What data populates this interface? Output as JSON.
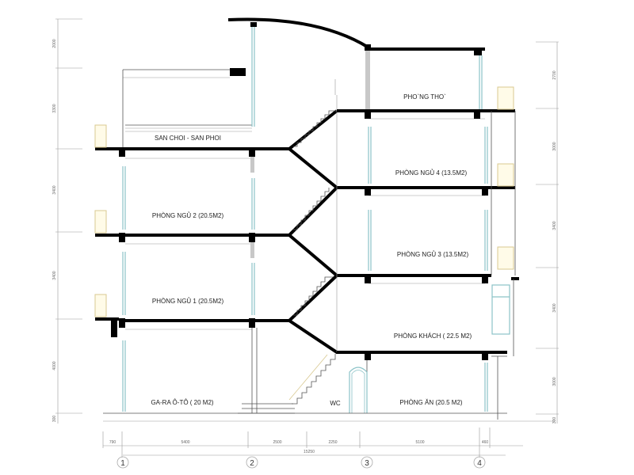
{
  "drawing": {
    "rooms": {
      "san_choi": "SAN CHOI - SAN PHOI",
      "phong_ngu_2": "PHÒNG NGỦ 2 (20.5M2)",
      "phong_ngu_1": "PHÒNG NGỦ 1 (20.5M2)",
      "ga_ra": "GA-RA Ô-TÔ ( 20 M2)",
      "phong_tho": "PHO`NG THO`",
      "phong_ngu_4": "PHÒNG NGỦ 4 (13.5M2)",
      "phong_ngu_3": "PHÒNG NGỦ 3 (13.5M2)",
      "phong_khach": "PHÒNG KHÁCH ( 22.5 M2)",
      "wc": "WC",
      "phong_an": "PHÒNG ĂN (20.5 M2)"
    },
    "left_dims": [
      "2000",
      "3300",
      "3400",
      "3400",
      "4000",
      "300"
    ],
    "right_dims": [
      "2700",
      "3000",
      "3400",
      "3400",
      "3000",
      "300"
    ],
    "bottom_dims": [
      "790",
      "5400",
      "2500",
      "2250",
      "5100",
      "460"
    ],
    "total_dim": "15250",
    "grid_axes": [
      "1",
      "2",
      "3",
      "4"
    ],
    "colors": {
      "wall": "#000000",
      "glass": "#8cc3c8",
      "railing": "#d8c890"
    }
  }
}
